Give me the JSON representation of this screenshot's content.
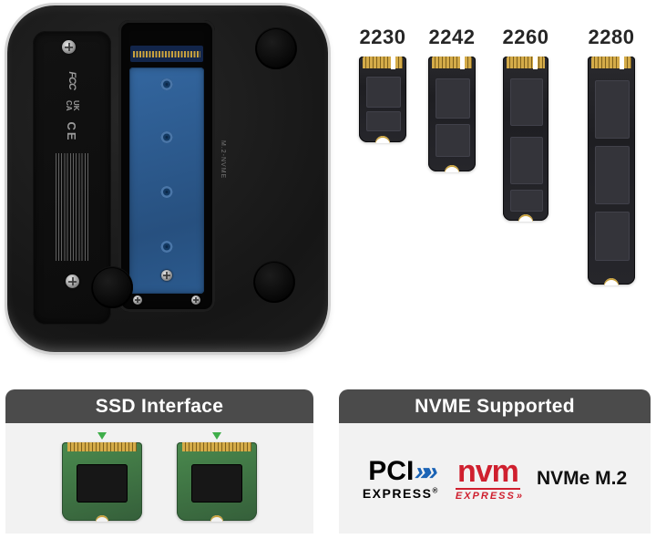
{
  "device": {
    "side_label": "M.2-NVME",
    "marks": {
      "fcc": "FCC",
      "ukca_top": "UK",
      "ukca_bottom": "CA",
      "ce": "CE"
    }
  },
  "ssd_sizes": [
    {
      "label": "2230"
    },
    {
      "label": "2242"
    },
    {
      "label": "2260"
    },
    {
      "label": "2280"
    }
  ],
  "panels": {
    "interface": {
      "title": "SSD Interface"
    },
    "nvme": {
      "title": "NVME Supported",
      "pci": {
        "top": "PCI",
        "arrows": "»»",
        "bottom": "EXPRESS",
        "reg": "®"
      },
      "nvm": {
        "top": "nvm",
        "bottom": "EXPRESS",
        "chevrons": "»"
      },
      "label": "NVMe M.2"
    }
  },
  "colors": {
    "header_bar": "#4b4b4b",
    "panel_bg": "#f2f2f2",
    "pcb_blue": "#2d5f9c",
    "pcb_green": "#3f7a44",
    "connector_gold": "#d4ab49",
    "pci_blue": "#1a63b5",
    "nvm_red": "#cf1f2e"
  }
}
